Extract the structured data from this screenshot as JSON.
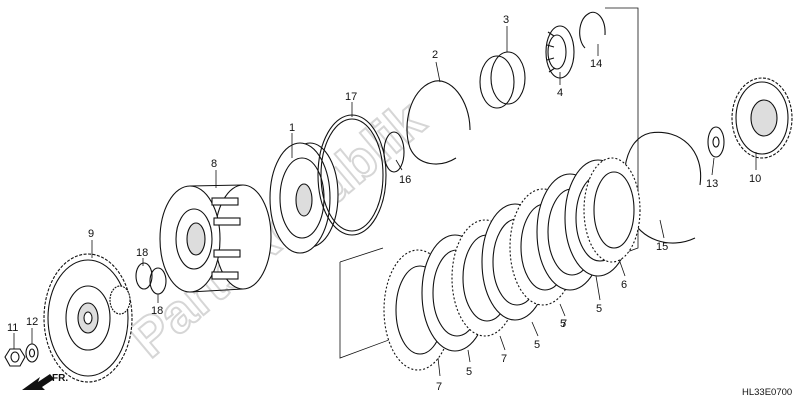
{
  "diagram": {
    "code": "HL33E0700",
    "front_marker": "FR.",
    "watermark": "PartsRepublik",
    "callouts": [
      {
        "id": "c1",
        "text": "1"
      },
      {
        "id": "c2",
        "text": "2"
      },
      {
        "id": "c3",
        "text": "3"
      },
      {
        "id": "c4",
        "text": "4"
      },
      {
        "id": "c5a",
        "text": "5"
      },
      {
        "id": "c5b",
        "text": "5"
      },
      {
        "id": "c5c",
        "text": "5"
      },
      {
        "id": "c5d",
        "text": "5"
      },
      {
        "id": "c6",
        "text": "6"
      },
      {
        "id": "c7a",
        "text": "7"
      },
      {
        "id": "c7b",
        "text": "7"
      },
      {
        "id": "c7c",
        "text": "7"
      },
      {
        "id": "c8",
        "text": "8"
      },
      {
        "id": "c9",
        "text": "9"
      },
      {
        "id": "c10",
        "text": "10"
      },
      {
        "id": "c11",
        "text": "11"
      },
      {
        "id": "c12",
        "text": "12"
      },
      {
        "id": "c13",
        "text": "13"
      },
      {
        "id": "c14",
        "text": "14"
      },
      {
        "id": "c15",
        "text": "15"
      },
      {
        "id": "c16",
        "text": "16"
      },
      {
        "id": "c17",
        "text": "17"
      },
      {
        "id": "c18a",
        "text": "18"
      },
      {
        "id": "c18b",
        "text": "18"
      }
    ]
  }
}
